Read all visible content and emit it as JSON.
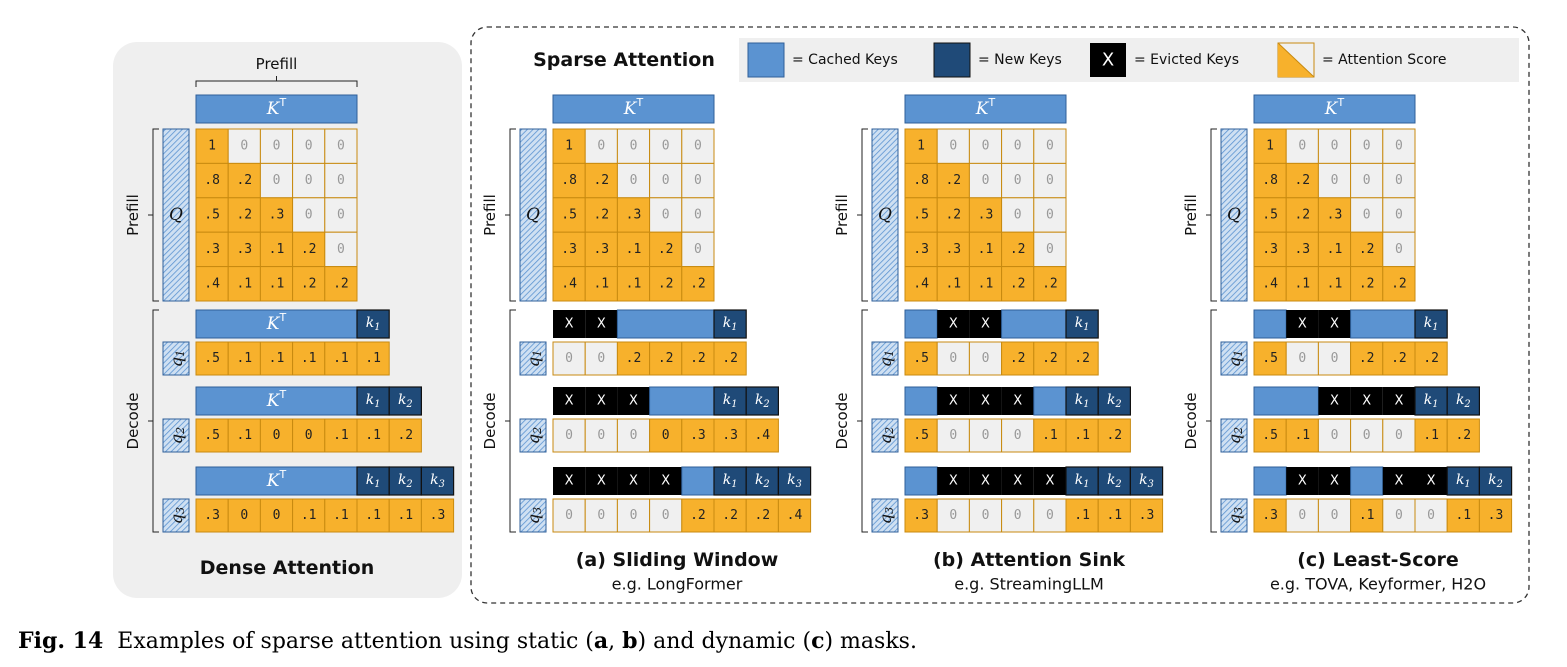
{
  "colors": {
    "cached": "#5b93d1",
    "new_key": "#1f4a78",
    "evicted": "#000000",
    "score": "#f7b12c",
    "masked": "#f0f0f0",
    "panel_bg": "#efefef"
  },
  "legend": {
    "title": "Sparse Attention",
    "items": [
      {
        "kind": "cached",
        "label": "= Cached Keys"
      },
      {
        "kind": "new",
        "label": "= New Keys"
      },
      {
        "kind": "evicted",
        "label": "= Evicted Keys",
        "glyph": "X"
      },
      {
        "kind": "score",
        "label": "= Attention Score"
      }
    ]
  },
  "labels": {
    "prefill": "Prefill",
    "decode": "Decode",
    "kt_base": "K",
    "kt_sup": "T",
    "q": "Q",
    "x": "X",
    "decode_queries": [
      "q1",
      "q2",
      "q3"
    ],
    "new_keys": [
      "k1",
      "k2",
      "k3"
    ]
  },
  "prefill_matrix": [
    [
      "1",
      "0",
      "0",
      "0",
      "0"
    ],
    [
      ".8",
      ".2",
      "0",
      "0",
      "0"
    ],
    [
      ".5",
      ".2",
      ".3",
      "0",
      "0"
    ],
    [
      ".3",
      ".3",
      ".1",
      ".2",
      "0"
    ],
    [
      ".4",
      ".1",
      ".1",
      ".2",
      ".2"
    ]
  ],
  "panels": [
    {
      "id": "dense",
      "title": "Dense Attention",
      "subtitle": "",
      "decode": [
        {
          "keys": [
            "c",
            "c",
            "c",
            "c",
            "c",
            "n"
          ],
          "scores": [
            ".5",
            ".1",
            ".1",
            ".1",
            ".1",
            ".1"
          ]
        },
        {
          "keys": [
            "c",
            "c",
            "c",
            "c",
            "c",
            "n",
            "n"
          ],
          "scores": [
            ".5",
            ".1",
            "0",
            "0",
            ".1",
            ".1",
            ".2"
          ]
        },
        {
          "keys": [
            "c",
            "c",
            "c",
            "c",
            "c",
            "n",
            "n",
            "n"
          ],
          "scores": [
            ".3",
            "0",
            "0",
            ".1",
            ".1",
            ".1",
            ".1",
            ".3"
          ]
        }
      ]
    },
    {
      "id": "sliding",
      "title": "(a) Sliding Window",
      "subtitle": "e.g. LongFormer",
      "decode": [
        {
          "keys": [
            "x",
            "x",
            "c",
            "c",
            "c",
            "n"
          ],
          "scores": [
            "0",
            "0",
            ".2",
            ".2",
            ".2",
            ".2"
          ]
        },
        {
          "keys": [
            "x",
            "x",
            "x",
            "c",
            "c",
            "n",
            "n"
          ],
          "scores": [
            "0",
            "0",
            "0",
            "0",
            ".3",
            ".3",
            ".4"
          ]
        },
        {
          "keys": [
            "x",
            "x",
            "x",
            "x",
            "c",
            "n",
            "n",
            "n"
          ],
          "scores": [
            "0",
            "0",
            "0",
            "0",
            ".2",
            ".2",
            ".2",
            ".4"
          ]
        }
      ]
    },
    {
      "id": "sink",
      "title": "(b) Attention Sink",
      "subtitle": "e.g. StreamingLLM",
      "decode": [
        {
          "keys": [
            "c",
            "x",
            "x",
            "c",
            "c",
            "n"
          ],
          "scores": [
            ".5",
            "0",
            "0",
            ".2",
            ".2",
            ".2"
          ]
        },
        {
          "keys": [
            "c",
            "x",
            "x",
            "x",
            "c",
            "n",
            "n"
          ],
          "scores": [
            ".5",
            "0",
            "0",
            "0",
            ".1",
            ".1",
            ".2"
          ]
        },
        {
          "keys": [
            "c",
            "x",
            "x",
            "x",
            "x",
            "n",
            "n",
            "n"
          ],
          "scores": [
            ".3",
            "0",
            "0",
            "0",
            "0",
            ".1",
            ".1",
            ".3"
          ]
        }
      ]
    },
    {
      "id": "least",
      "title": "(c) Least-Score",
      "subtitle": "e.g. TOVA, Keyformer, H2O",
      "decode": [
        {
          "keys": [
            "c",
            "x",
            "x",
            "c",
            "c",
            "n"
          ],
          "scores": [
            ".5",
            "0",
            "0",
            ".2",
            ".2",
            ".2"
          ]
        },
        {
          "keys": [
            "c",
            "c",
            "x",
            "x",
            "x",
            "n",
            "n"
          ],
          "scores": [
            ".5",
            ".1",
            "0",
            "0",
            "0",
            ".1",
            ".2"
          ]
        },
        {
          "keys": [
            "c",
            "x",
            "x",
            "c",
            "x",
            "x",
            "n",
            "n"
          ],
          "scores": [
            ".3",
            "0",
            "0",
            ".1",
            "0",
            "0",
            ".1",
            ".3"
          ]
        }
      ]
    }
  ],
  "caption": {
    "label": "Fig. 14",
    "text": "Examples of sparse attention using static (",
    "a": "a",
    "sep": ", ",
    "b": "b",
    "mid": ") and dynamic (",
    "c": "c",
    "end": ") masks."
  }
}
